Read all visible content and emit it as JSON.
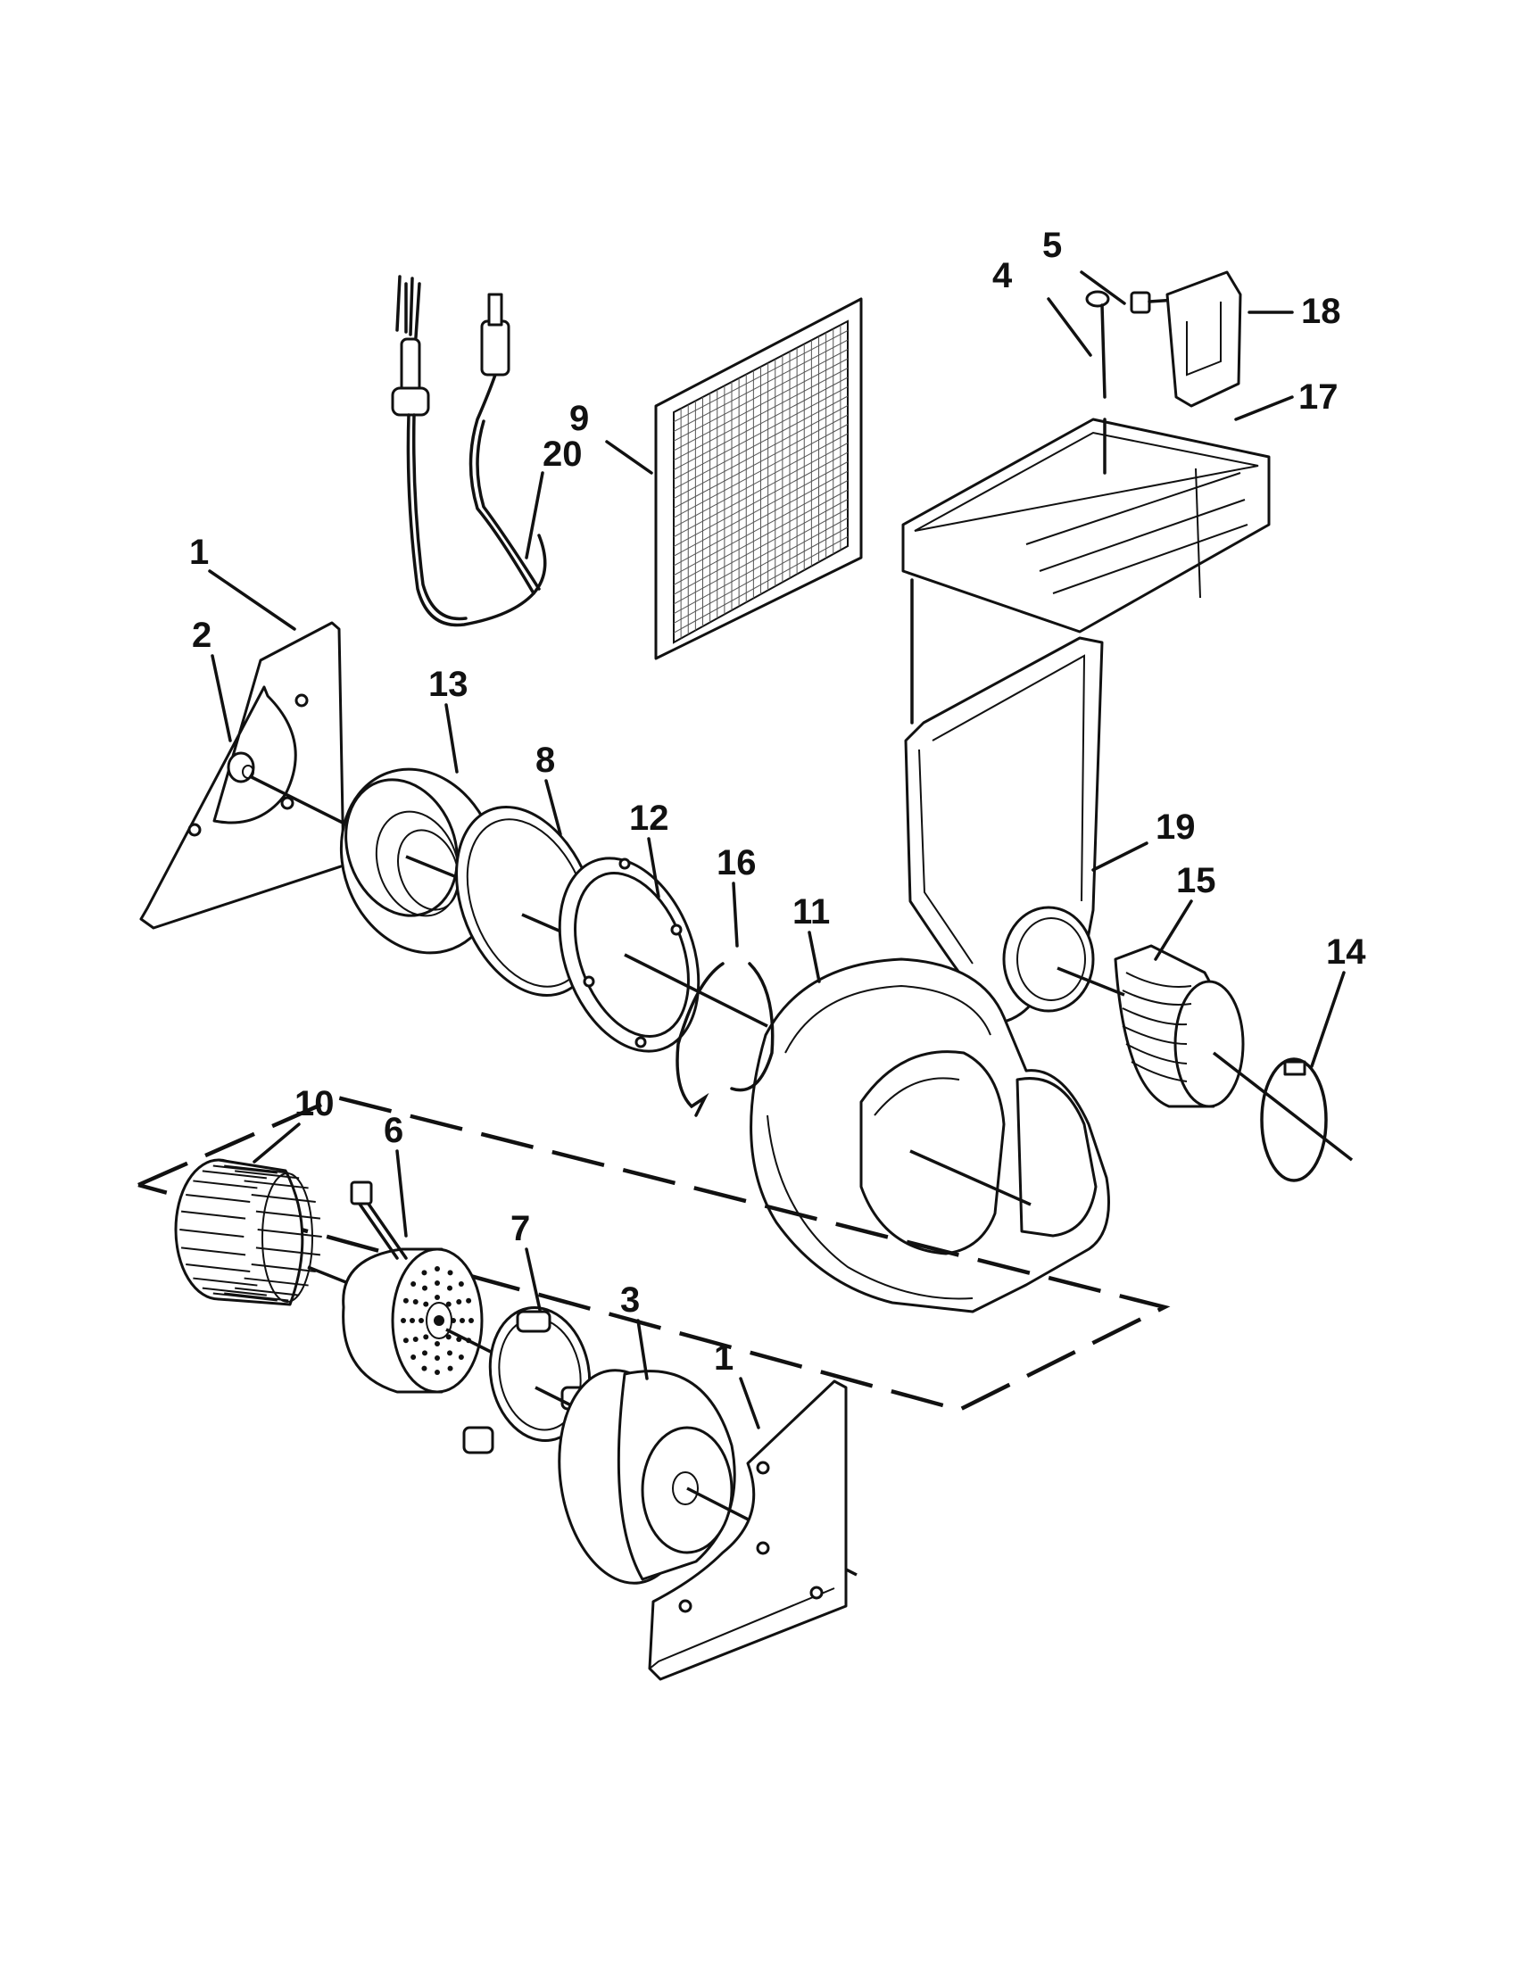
{
  "diagram": {
    "callouts": [
      {
        "id": "c1a",
        "label": "1",
        "part": "bracket-upper-left"
      },
      {
        "id": "c1b",
        "label": "1",
        "part": "bracket-lower-right"
      },
      {
        "id": "c2",
        "label": "2",
        "part": "nut"
      },
      {
        "id": "c3",
        "label": "3",
        "part": "motor-mount"
      },
      {
        "id": "c4",
        "label": "4",
        "part": "pin"
      },
      {
        "id": "c5",
        "label": "5",
        "part": "screw"
      },
      {
        "id": "c6",
        "label": "6",
        "part": "motor"
      },
      {
        "id": "c7",
        "label": "7",
        "part": "motor-clamp"
      },
      {
        "id": "c8",
        "label": "8",
        "part": "gasket"
      },
      {
        "id": "c9",
        "label": "9",
        "part": "filter-grille"
      },
      {
        "id": "c10",
        "label": "10",
        "part": "blower-wheel"
      },
      {
        "id": "c11",
        "label": "11",
        "part": "blower-housing"
      },
      {
        "id": "c12",
        "label": "12",
        "part": "mounting-ring"
      },
      {
        "id": "c13",
        "label": "13",
        "part": "inlet-bellmouth"
      },
      {
        "id": "c14",
        "label": "14",
        "part": "hose-clamp"
      },
      {
        "id": "c15",
        "label": "15",
        "part": "flex-duct"
      },
      {
        "id": "c16",
        "label": "16",
        "part": "retaining-ring"
      },
      {
        "id": "c17",
        "label": "17",
        "part": "duct-box"
      },
      {
        "id": "c18",
        "label": "18",
        "part": "cover-plate"
      },
      {
        "id": "c19",
        "label": "19",
        "part": "duct-adapter"
      },
      {
        "id": "c20",
        "label": "20",
        "part": "power-cord"
      }
    ]
  }
}
